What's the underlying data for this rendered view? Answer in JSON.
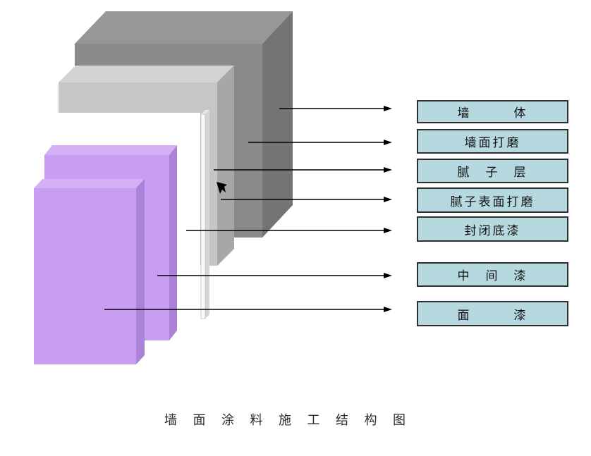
{
  "title": {
    "text": "墙 面 涂 料 施 工 结 构 图"
  },
  "legend": {
    "items": [
      {
        "id": "wall",
        "label": "墙　　　体"
      },
      {
        "id": "wall-grinding",
        "label": "墙面打磨"
      },
      {
        "id": "putty-layer",
        "label": "腻　子　层"
      },
      {
        "id": "putty-grinding",
        "label": "腻子表面打磨"
      },
      {
        "id": "primer",
        "label": "封闭底漆"
      },
      {
        "id": "mid-coat",
        "label": "中　间　漆"
      },
      {
        "id": "top-coat",
        "label": "面　　　漆"
      }
    ]
  },
  "icons": {
    "cursor_glyph": "nw-mouse-cursor",
    "arrow_glyph": "right-arrowhead"
  },
  "colors": {
    "background": "#ffffff",
    "box_fill": "#b5d9de",
    "box_border": "#2e2e2e",
    "text": "#111111",
    "arrow": "#000000",
    "wall_top": "#979797",
    "wall_front": "#8a8a8a",
    "wall_side": "#747474",
    "putty_top": "#d2d2d2",
    "putty_front": "#c6c6c6",
    "putty_side": "#a7a7a7",
    "primer_top": "#e9e9e9",
    "primer_front": "#fbfbfb",
    "primer_side": "#d6d6d6",
    "coat_top": "#d6b0f6",
    "coat_front": "#c89df2",
    "coat_side": "#aa82d8"
  }
}
